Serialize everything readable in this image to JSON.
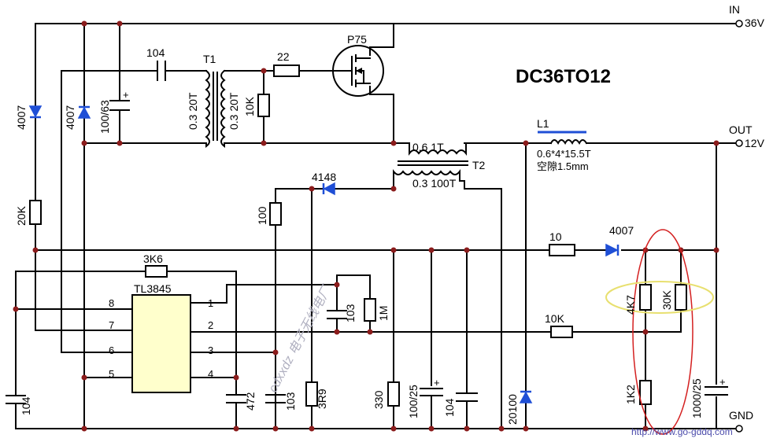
{
  "title": "DC36TO12",
  "terminals": {
    "in": "IN",
    "in_voltage": "36V",
    "out": "OUT",
    "out_voltage": "12V",
    "gnd": "GND"
  },
  "chip": {
    "name": "TL3845",
    "pins": [
      "1",
      "2",
      "3",
      "4",
      "5",
      "6",
      "7",
      "8"
    ]
  },
  "components": {
    "d1": "4007",
    "d2": "4007",
    "r20k": "20K",
    "c100_63": "100/63",
    "c104_top": "104",
    "t1": "T1",
    "t1_left": "0.3  20T",
    "t1_right": "0.3  20T",
    "r10k_gate": "10K",
    "r22": "22",
    "q1": "P75",
    "t2": "T2",
    "t2_top": "0.6  1T",
    "t2_bot": "0.3  100T",
    "l1": "L1",
    "l1_spec": "0.6*4*15.5T",
    "l1_gap": "空隙1.5mm",
    "d4148": "4148",
    "r100": "100",
    "r3k6": "3K6",
    "c103_mid": "103",
    "r1m": "1M",
    "r10_fb": "10",
    "d4007_fb": "4007",
    "r4k7": "4K7",
    "r30k": "30K",
    "r10k_fb": "10K",
    "r1k2": "1K2",
    "c104_left": "104",
    "c472": "472",
    "c103_bot": "103",
    "r3r9": "3R9",
    "r330": "330",
    "c100_25": "100/25",
    "c104_bot": "104",
    "d20100": "20100",
    "c1000_25": "1000/25"
  },
  "watermark": "cdxxdz  电子无线电厂",
  "url": "http://www.go-gddq.com",
  "colors": {
    "diode": "#1f4fd6",
    "junction": "#8b1c1c",
    "highlight_ellipse": "#d42020",
    "highlight_ellipse2": "#e8e070"
  }
}
